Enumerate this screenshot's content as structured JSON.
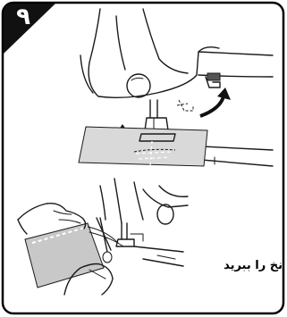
{
  "step": {
    "number": "۹"
  },
  "caption": {
    "text": "نخ را ببرید"
  },
  "palette": {
    "frame": "#000000",
    "badge": "#111111",
    "fabric": "#d9d9d9",
    "fabric_dark": "#bfbfbf",
    "line": "#1a1a1a"
  },
  "illustrations": {
    "top": "presser-foot-lever-raised",
    "bottom": "hands-cutting-thread"
  }
}
